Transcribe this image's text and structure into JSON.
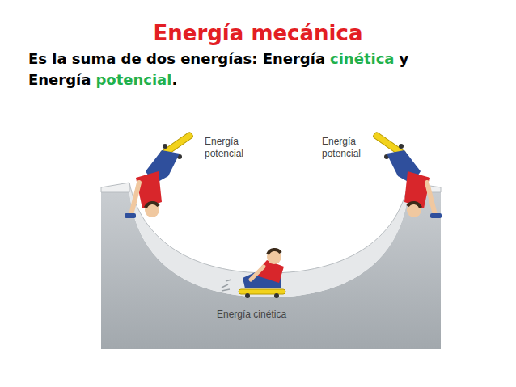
{
  "diagram": {
    "title": "Energía mecánica",
    "labels": [
      "Es la suma de dos energías: Energía",
      "cinética",
      "y",
      "Energía",
      "potencial",
      ".",
      "Energía potencial",
      "Energía potencial",
      "Energía cinética"
    ]
  }
}
